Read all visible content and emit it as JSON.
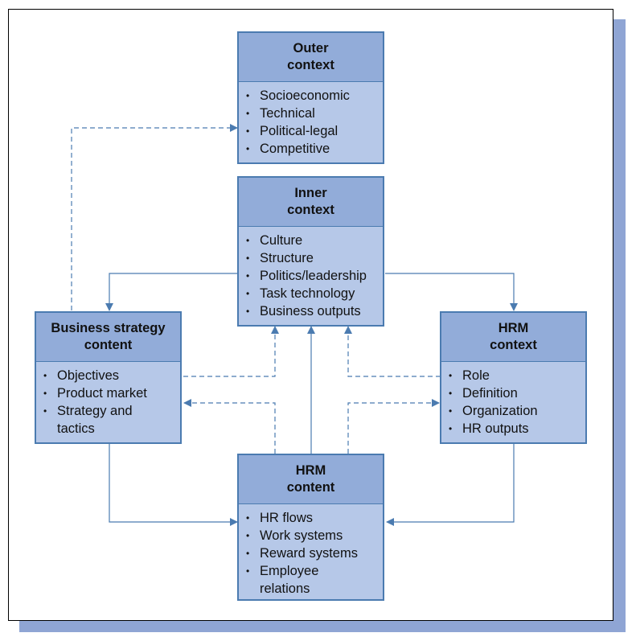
{
  "diagram": {
    "outer_context": {
      "title": [
        "Outer",
        "context"
      ],
      "items": [
        "Socioeconomic",
        "Technical",
        "Political-legal",
        "Competitive"
      ]
    },
    "inner_context": {
      "title": [
        "Inner",
        "context"
      ],
      "items": [
        "Culture",
        "Structure",
        "Politics/leadership",
        "Task technology",
        "Business outputs"
      ]
    },
    "business_strategy": {
      "title": [
        "Business strategy",
        "content"
      ],
      "items": [
        "Objectives",
        "Product market",
        "Strategy and",
        "tactics"
      ]
    },
    "hrm_context": {
      "title": [
        "HRM",
        "context"
      ],
      "items": [
        "Role",
        "Definition",
        "Organization",
        "HR outputs"
      ]
    },
    "hrm_content": {
      "title": [
        "HRM",
        "content"
      ],
      "items": [
        "HR flows",
        "Work systems",
        "Reward systems",
        "Employee",
        "relations"
      ]
    },
    "colors": {
      "header_fill": "#92acd9",
      "body_fill": "#b6c8e8",
      "border": "#4b7bb0",
      "shadow": "#8fa5d4"
    }
  }
}
